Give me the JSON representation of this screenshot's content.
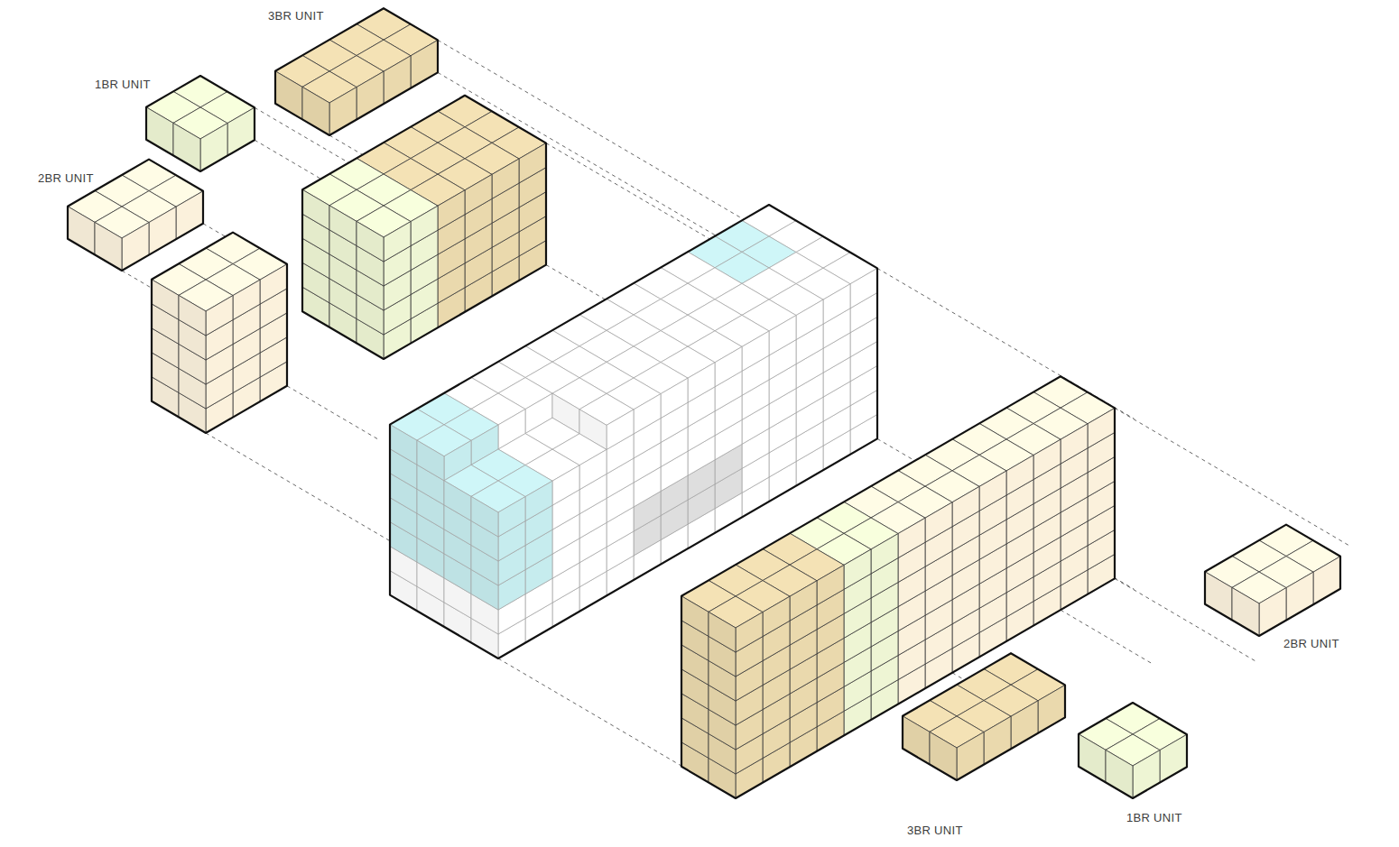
{
  "diagram": {
    "labels": [
      "3BR UNIT",
      "1BR UNIT",
      "2BR UNIT",
      "2BR UNIT",
      "3BR UNIT",
      "1BR UNIT"
    ]
  }
}
